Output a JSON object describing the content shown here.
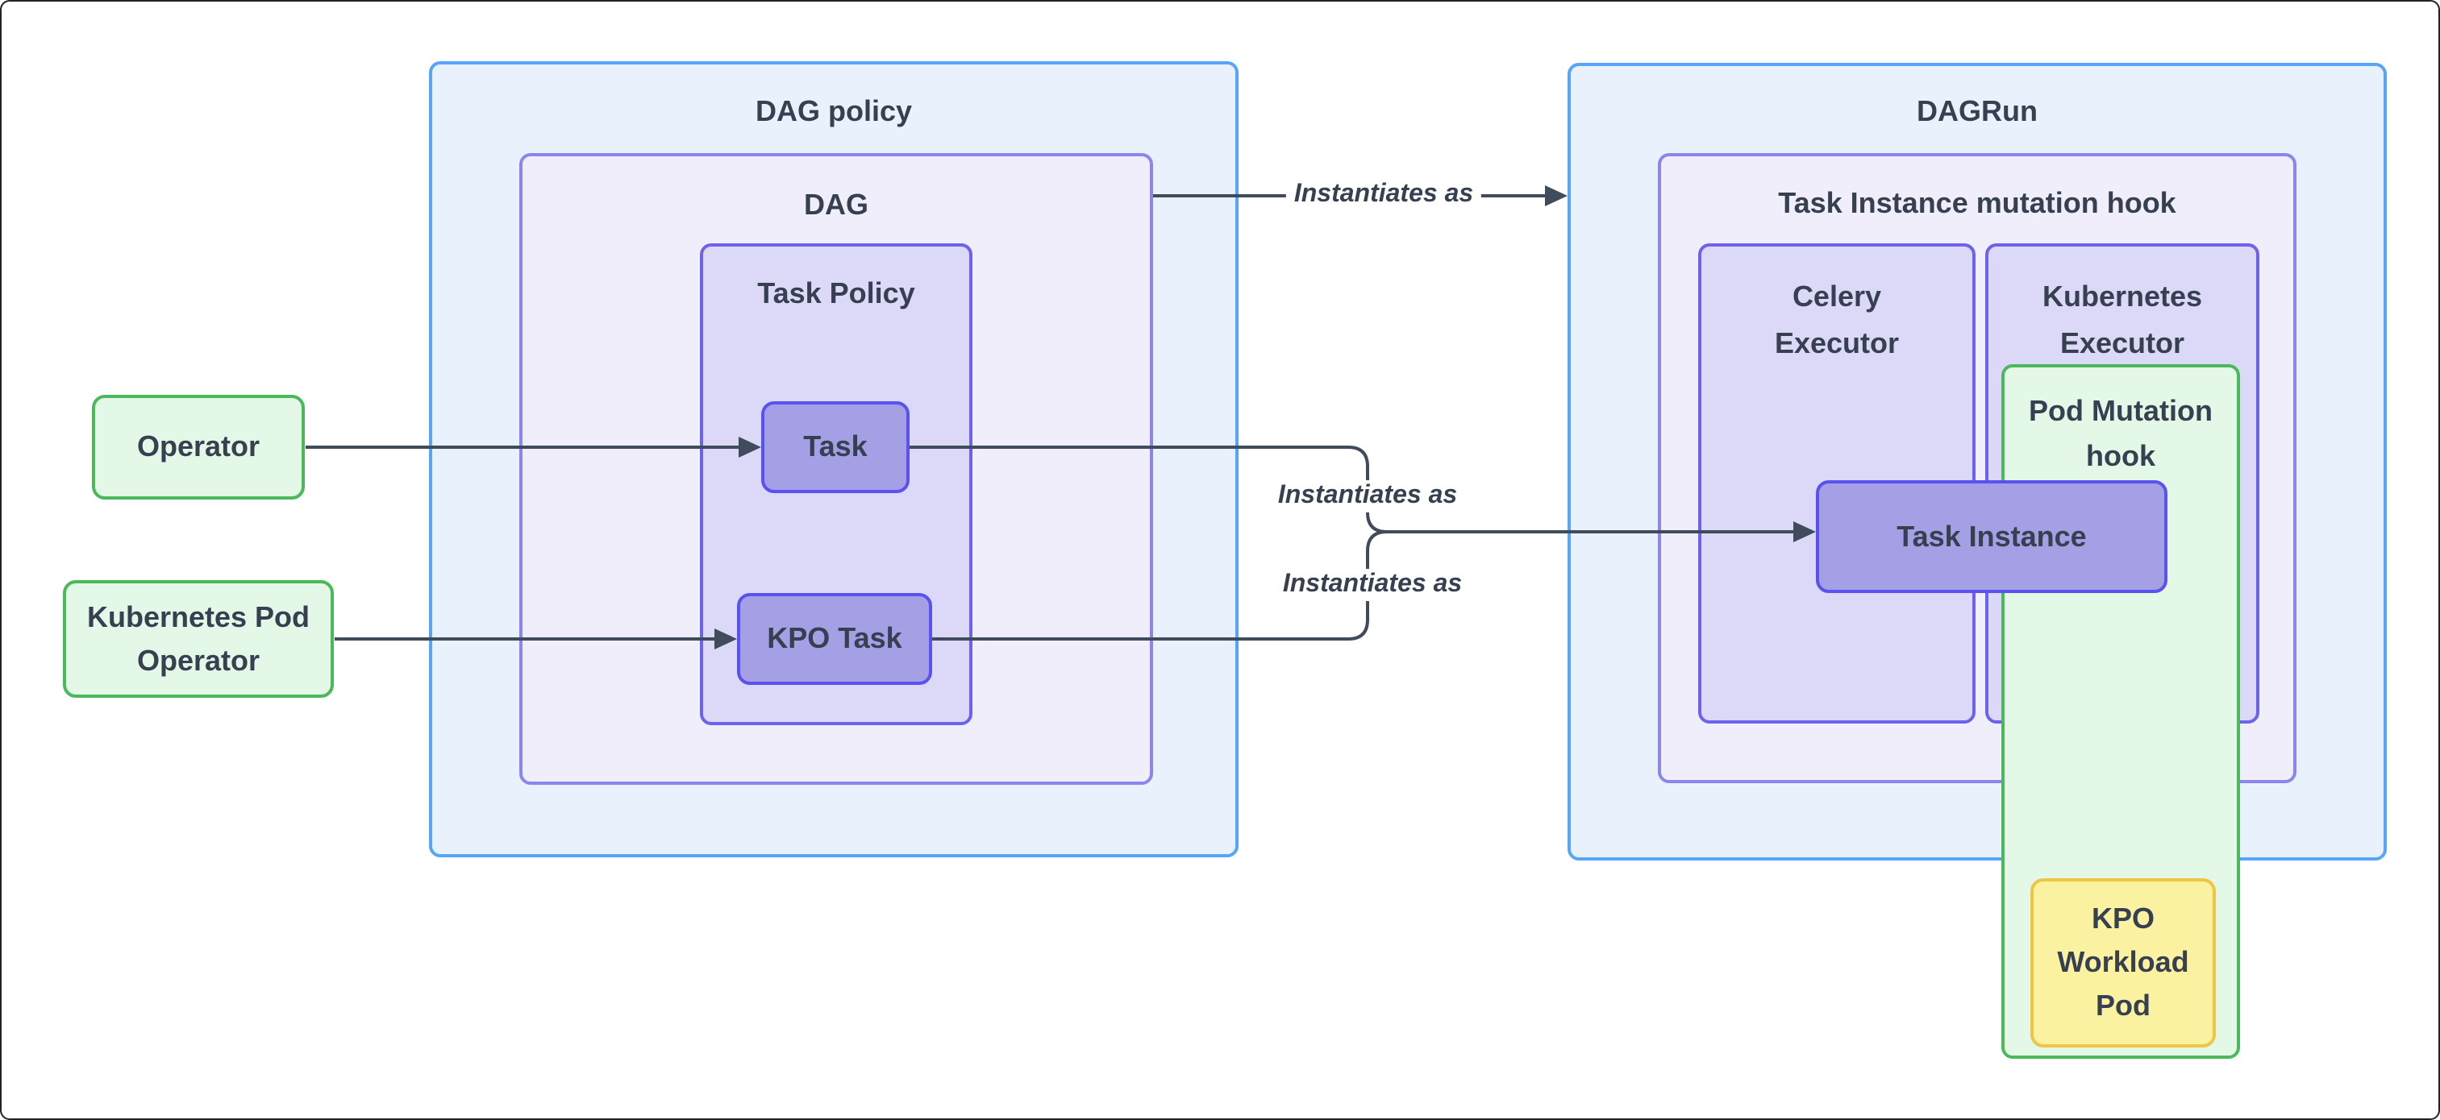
{
  "diagram_title": "DAG policy / DAGRun instantiation diagram",
  "colors": {
    "container_blue_fill": "#e9f1fd",
    "container_blue_border": "#57a5f8",
    "container_lavender_fill": "#f0eefb",
    "container_lavender_border": "#8b86ec",
    "container_mid_fill": "#dbd9f7",
    "container_mid_border": "#6b63ee",
    "node_purple_fill": "#a59fe6",
    "node_purple_border": "#5a52f0",
    "green_fill": "#e3f8e6",
    "green_border": "#4cb85c",
    "yellow_fill": "#fbf2a1",
    "yellow_border": "#eec643",
    "text_color": "#364050",
    "arrow_color": "#404b5c"
  },
  "containers": {
    "dag_policy": "DAG policy",
    "dag": "DAG",
    "task_policy": "Task Policy",
    "dagrun": "DAGRun",
    "task_instance_mutation_hook": "Task Instance mutation hook",
    "celery_executor": "Celery Executor",
    "kubernetes_executor": "Kubernetes Executor",
    "pod_mutation_hook": "Pod Mutation hook"
  },
  "nodes": {
    "operator": "Operator",
    "kubernetes_pod_operator": "Kubernetes Pod Operator",
    "task": "Task",
    "kpo_task": "KPO Task",
    "task_instance": "Task Instance",
    "kpo_workload_pod": "KPO Workload Pod"
  },
  "edges": {
    "dag_to_dagrun": "Instantiates as",
    "task_to_task_instance": "Instantiates as",
    "kpo_task_to_task_instance": "Instantiates as"
  }
}
